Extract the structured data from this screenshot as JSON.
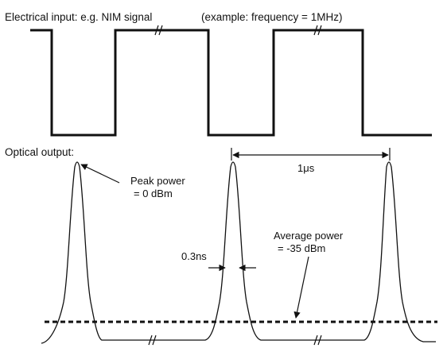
{
  "labels": {
    "input_title": "Electrical input: e.g. NIM signal",
    "input_example": "(example: frequency = 1MHz)",
    "output_title": "Optical output:",
    "peak_line1": "Peak power",
    "peak_line2": "= 0 dBm",
    "period": "1μs",
    "average_line1": "Average power",
    "average_line2": "= -35 dBm",
    "width": "0.3ns"
  }
}
